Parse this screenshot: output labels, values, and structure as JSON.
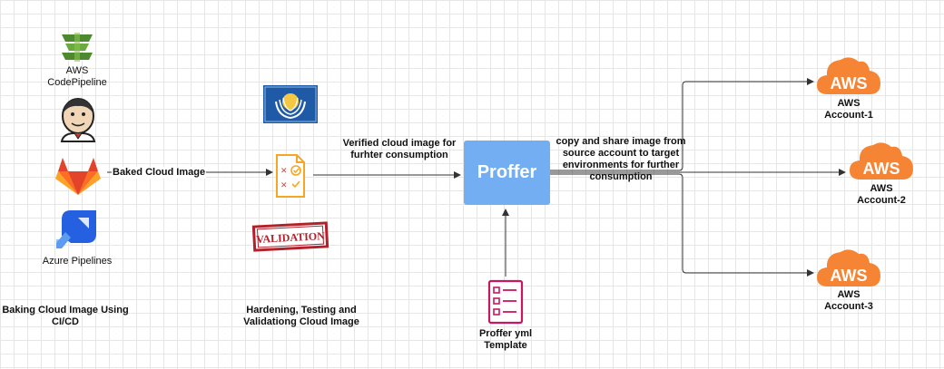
{
  "sources": {
    "codepipeline_label": "AWS\nCodePipeline",
    "azure_label": "Azure Pipelines",
    "caption": "Baking Cloud Image Using\nCI/CD"
  },
  "arrows": {
    "baked": "Baked Cloud Image",
    "verified": "Verified cloud image for\nfurhter consumption",
    "copy_share": "copy and share image from\nsource account to target\nenvironments for further\nconsumption"
  },
  "validation": {
    "stamp_text": "VALIDATION",
    "caption": "Hardening, Testing and\nValidationg Cloud Image"
  },
  "proffer": {
    "label": "Proffer",
    "template_label": "Proffer yml\nTemplate"
  },
  "accounts": [
    {
      "logo": "AWS",
      "label": "AWS\nAccount-1"
    },
    {
      "logo": "AWS",
      "label": "AWS\nAccount-2"
    },
    {
      "logo": "AWS",
      "label": "AWS\nAccount-3"
    }
  ],
  "colors": {
    "proffer_box": "#74aef2",
    "aws_orange": "#f58534",
    "codepipeline_green": "#4d8a2f",
    "gitlab_orange": "#e24329",
    "azure_blue": "#2560e0",
    "template_pink": "#c7185f",
    "checklist_orange": "#f5a623",
    "stamp_red": "#b3202a"
  },
  "icons": [
    "codepipeline-icon",
    "jenkins-icon",
    "gitlab-icon",
    "azure-pipelines-icon",
    "globe-logo-icon",
    "checklist-icon",
    "validation-stamp-icon",
    "template-document-icon",
    "aws-cloud-icon"
  ]
}
